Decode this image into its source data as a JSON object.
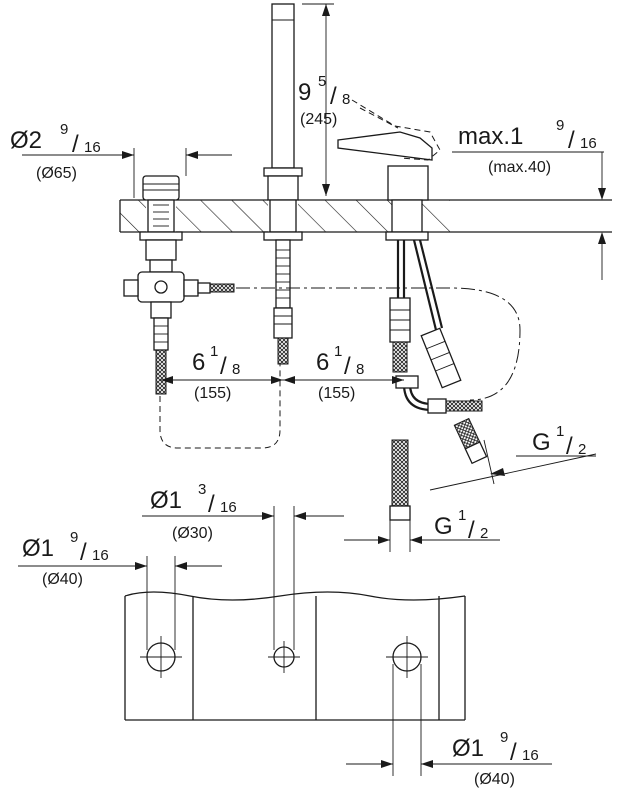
{
  "dims": {
    "handshower_height": {
      "whole": "9",
      "num": "5",
      "den": "8",
      "metric": "(245)"
    },
    "diverter_diameter": {
      "prefix": "Ø2",
      "num": "9",
      "den": "16",
      "metric": "(Ø65)"
    },
    "deck_thickness": {
      "prefix": "max.1",
      "num": "9",
      "den": "16",
      "metric": "(max.40)"
    },
    "spacing_left": {
      "whole": "6",
      "num": "1",
      "den": "8",
      "metric": "(155)"
    },
    "spacing_right": {
      "whole": "6",
      "num": "1",
      "den": "8",
      "metric": "(155)"
    },
    "thread_angled": {
      "prefix": "G",
      "num": "1",
      "den": "2"
    },
    "thread_straight": {
      "prefix": "G",
      "num": "1",
      "den": "2"
    },
    "hole_center": {
      "prefix": "Ø1",
      "num": "3",
      "den": "16",
      "metric": "(Ø30)"
    },
    "hole_left": {
      "prefix": "Ø1",
      "num": "9",
      "den": "16",
      "metric": "(Ø40)"
    },
    "hole_right": {
      "prefix": "Ø1",
      "num": "9",
      "den": "16",
      "metric": "(Ø40)"
    }
  }
}
